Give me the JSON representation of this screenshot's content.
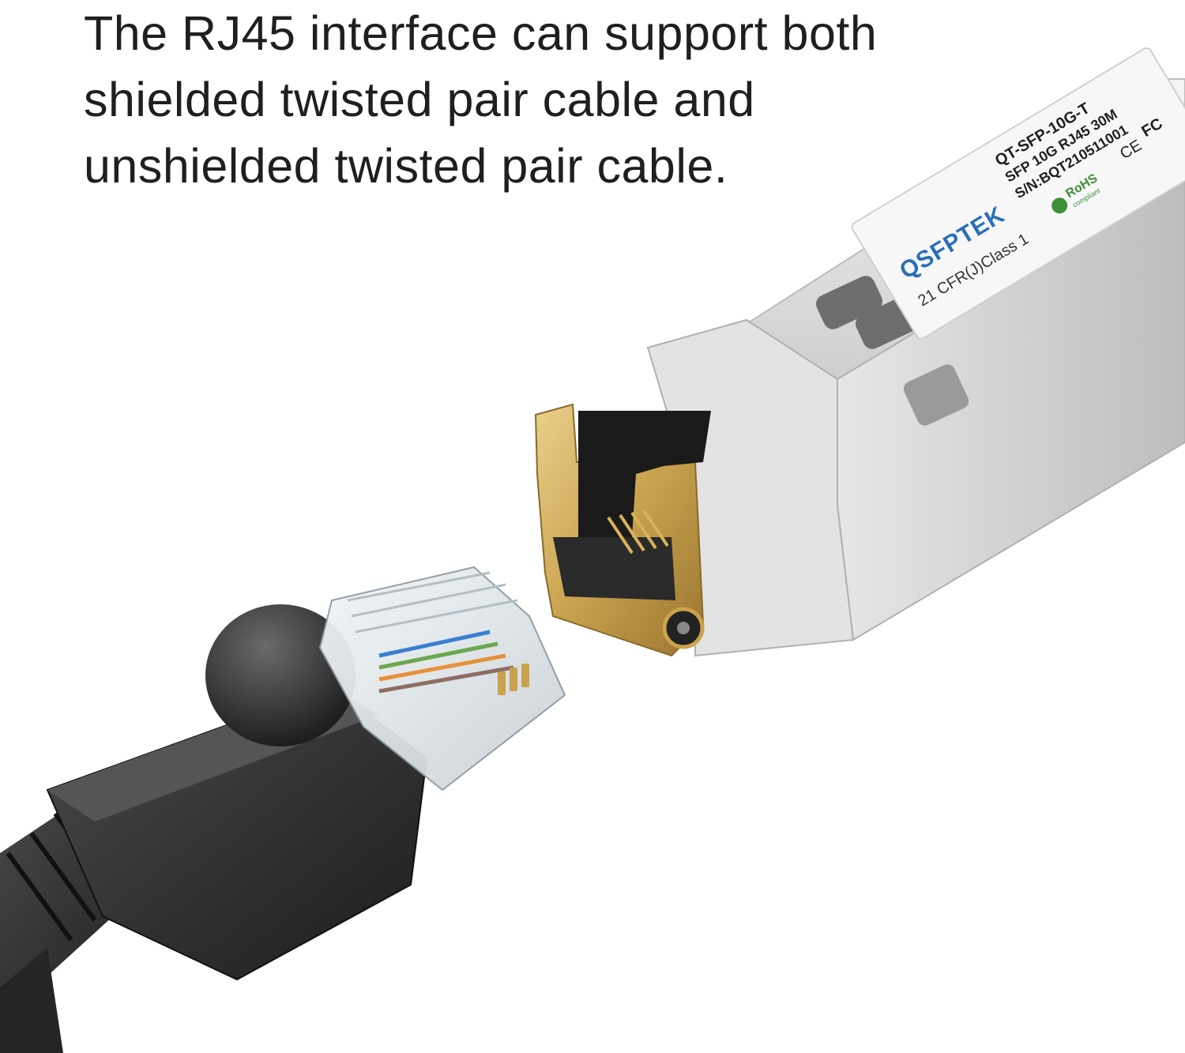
{
  "headline": {
    "line1": "The RJ45 interface can support both",
    "line2": "shielded twisted pair cable and",
    "line3": "unshielded twisted pair cable."
  },
  "module_label": {
    "brand": "QSFPTEK",
    "model": "QT-SFP-10G-T",
    "spec": "SFP 10G RJ45 30M",
    "serial": "S/N:BQT210511001",
    "compliance": "21 CFR(J)Class 1",
    "rohs": "RoHS",
    "rohs_sub": "compliant",
    "ce": "CE",
    "fc": "FC"
  },
  "colors": {
    "brand_blue": "#2a6fb6",
    "gold": "#c9a24e",
    "silver": "#d9d9d9",
    "cable_black": "#2b2b2b",
    "rohs_green": "#3f8f3a"
  }
}
